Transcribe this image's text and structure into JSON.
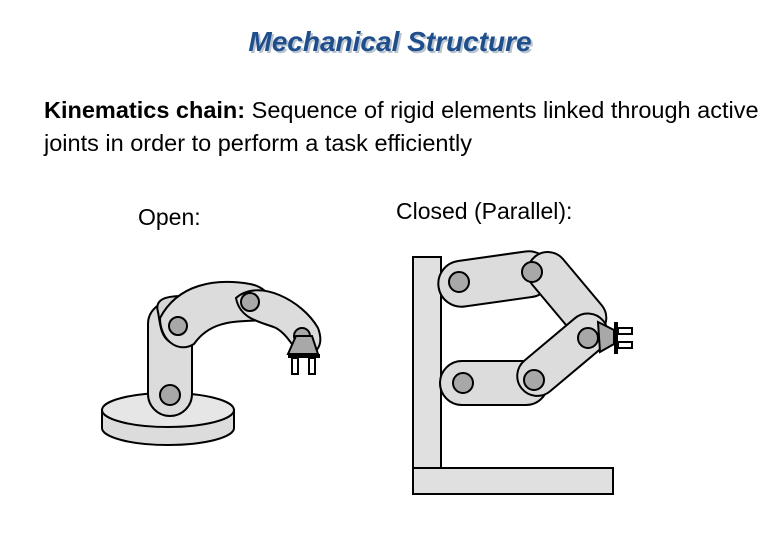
{
  "slide": {
    "title": "Mechanical Structure",
    "definition_term": "Kinematics chain:",
    "definition_text": " Sequence of rigid elements linked through active joints in order to perform a task efficiently"
  },
  "figures": {
    "open_label": "Open:",
    "closed_label": "Closed (Parallel):"
  },
  "colors": {
    "title": "#1f4e8c",
    "link_fill": "#dcdcdc",
    "joint_fill": "#a8a8a8",
    "frame_fill": "#e0e0e0",
    "outline": "#000000"
  }
}
